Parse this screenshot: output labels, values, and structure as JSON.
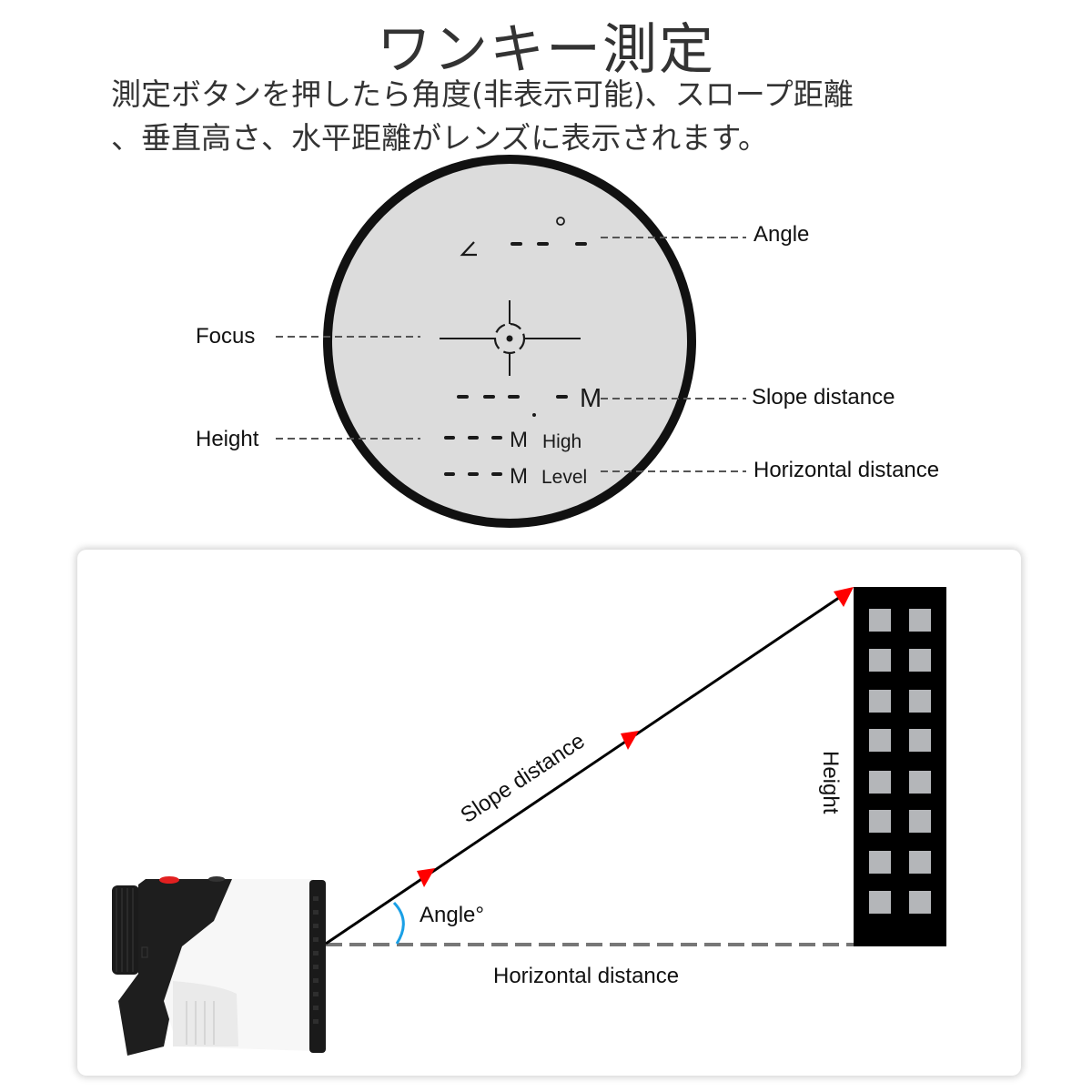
{
  "header": {
    "title": "ワンキー測定",
    "subtitle_lines": [
      "測定ボタンを押したら角度(非表示可能)、スロープ距離",
      "、垂直高さ、水平距離がレンズに表示されます。"
    ]
  },
  "lens_display": {
    "angle_symbol": "∠",
    "degree_symbol": "°",
    "unit_slope": "M",
    "unit_height": "M",
    "unit_level": "M",
    "height_suffix": "High",
    "level_suffix": "Level",
    "callouts": {
      "angle": "Angle",
      "focus": "Focus",
      "slope_distance": "Slope distance",
      "height": "Height",
      "horizontal_distance": "Horizontal distance"
    },
    "colors": {
      "lens_fill": "#dcdcdc",
      "lens_ring": "#111111",
      "leader_line": "#555555"
    }
  },
  "measurement_diagram": {
    "slope_label": "Slope distance",
    "angle_label": "Angle°",
    "horizontal_label": "Horizontal distance",
    "height_label": "Height",
    "building": {
      "columns": 2,
      "rows": 8,
      "window_color": "#b4b6b9",
      "body_color": "#000000"
    },
    "colors": {
      "arrow": "#ff0000",
      "angle_arc": "#1aa0e6",
      "dashed_line": "#777777"
    }
  }
}
